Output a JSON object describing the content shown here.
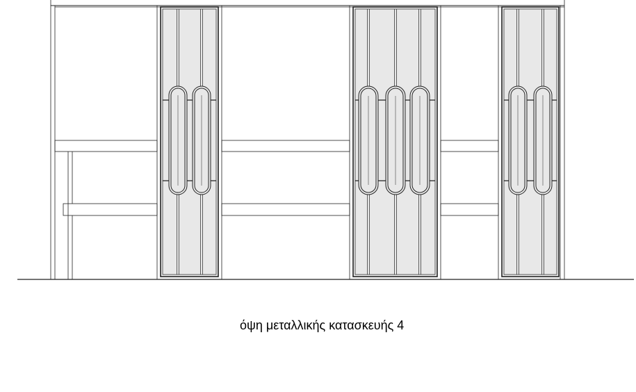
{
  "caption": "όψη μεταλλικής κατασκευής 4",
  "colors": {
    "line": "#222222",
    "panel_fill": "#e8e8e8",
    "background": "#ffffff"
  },
  "panels": [
    {
      "name": "left-metal-panel",
      "bars": 3,
      "ovals": 2
    },
    {
      "name": "center-metal-panel",
      "bars": 4,
      "ovals": 3
    },
    {
      "name": "right-metal-panel",
      "bars": 3,
      "ovals": 2
    }
  ]
}
